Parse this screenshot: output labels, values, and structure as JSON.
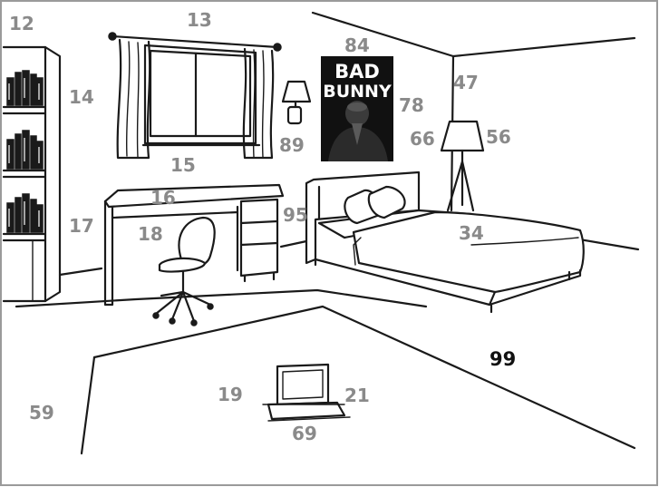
{
  "scene": {
    "labels": {
      "n12": "12",
      "n13": "13",
      "n84": "84",
      "n14": "14",
      "n78": "78",
      "n47": "47",
      "n66": "66",
      "n56": "56",
      "n89": "89",
      "n15": "15",
      "n16": "16",
      "n95": "95",
      "n17": "17",
      "n18": "18",
      "n34": "34",
      "n99": "99",
      "n19": "19",
      "n21": "21",
      "n59": "59",
      "n69": "69"
    },
    "poster": {
      "line1": "BAD",
      "line2": "BUNNY"
    },
    "colors": {
      "ink": "#1a1a1a",
      "label": "#8a8a8a",
      "label_dark": "#111111",
      "frame": "#9a9a9a"
    }
  }
}
